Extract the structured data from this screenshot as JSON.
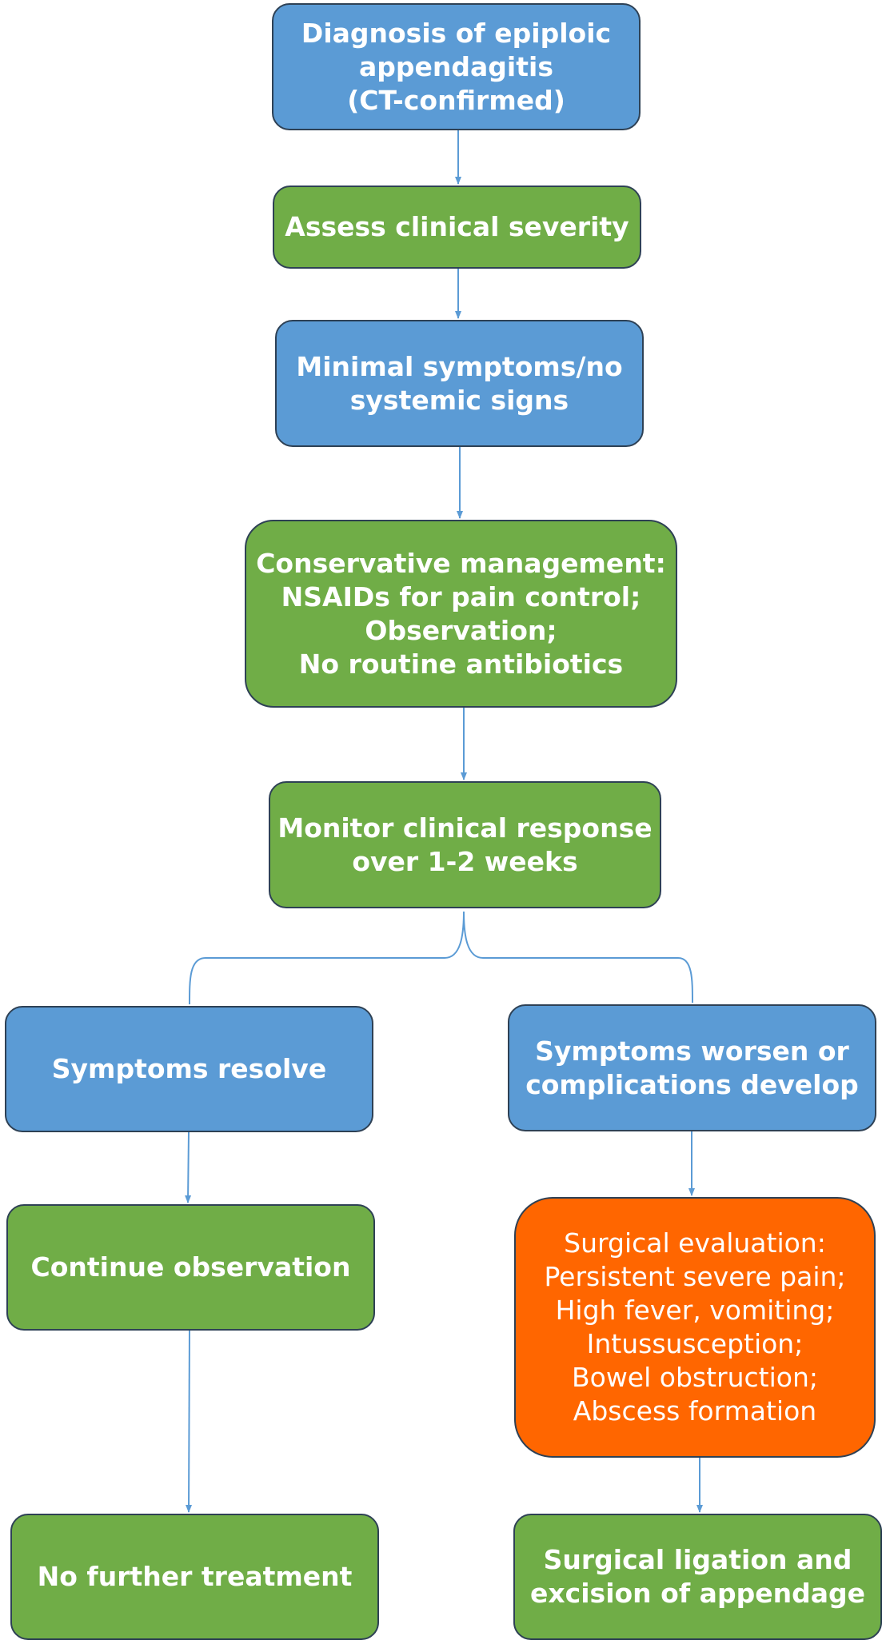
{
  "colors": {
    "blue": "#5b9bd5",
    "green": "#70ad47",
    "orange": "#ff6600",
    "connector": "#5b9bd5"
  },
  "nodes": {
    "diagnosis": [
      "Diagnosis of epiploic",
      "appendagitis",
      "(CT-confirmed)"
    ],
    "assess": [
      "Assess clinical severity"
    ],
    "minimal": [
      "Minimal symptoms/no",
      "systemic signs"
    ],
    "conservative": [
      "Conservative management:",
      "NSAIDs for pain control;",
      "Observation;",
      "No routine antibiotics"
    ],
    "monitor": [
      "Monitor clinical response",
      "over 1-2 weeks"
    ],
    "resolve": [
      "Symptoms resolve"
    ],
    "worsen": [
      "Symptoms worsen or",
      "complications develop"
    ],
    "continue_obs": [
      "Continue observation"
    ],
    "surgical_eval": [
      "Surgical evaluation:",
      "Persistent severe pain;",
      "High fever, vomiting;",
      "Intussusception;",
      "Bowel obstruction;",
      "Abscess formation"
    ],
    "no_treatment": [
      "No further treatment"
    ],
    "ligation": [
      "Surgical ligation and",
      "excision of appendage"
    ]
  }
}
